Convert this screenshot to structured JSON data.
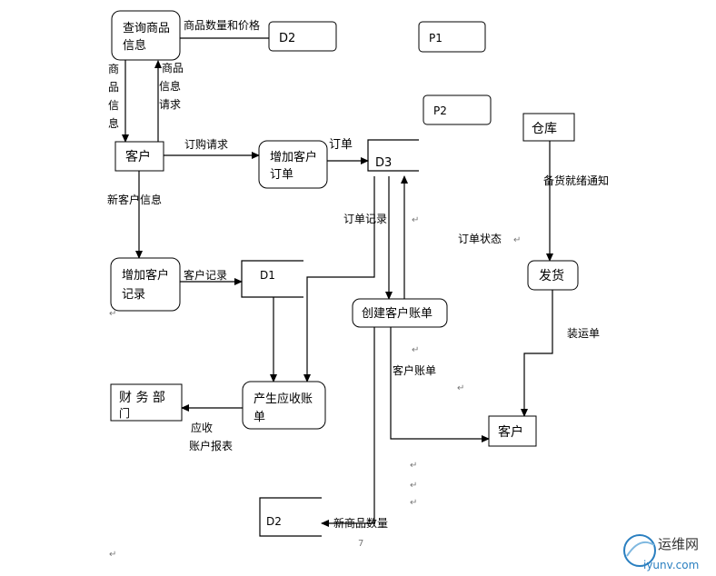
{
  "nodes": {
    "query_goods": [
      "查询商品",
      "信息"
    ],
    "customer_top": "客户",
    "add_order": [
      "增加客户",
      "订单"
    ],
    "d3": "D3",
    "warehouse": "仓库",
    "add_record": [
      "增加客户",
      "记录"
    ],
    "d1": "D1",
    "create_bill": "创建客户账单",
    "ship": "发货",
    "finance": [
      "财 务 部",
      "门"
    ],
    "gen_receivable": [
      "产生应收账",
      "单"
    ],
    "customer_bottom": "客户",
    "d2_top": "D2",
    "d2_bottom": "D2",
    "p1": "P1",
    "p2": "P2"
  },
  "flows": {
    "goods_qty_price": "商品数量和价格",
    "goods_info_vertical": [
      "商",
      "品",
      "信",
      "息"
    ],
    "goods_info_request": [
      "商品",
      "信息",
      "请求"
    ],
    "order_request": "订购请求",
    "order": "订单",
    "new_customer_info": "新客户信息",
    "customer_record": "客户记录",
    "order_record": "订单记录",
    "order_status": "订单状态",
    "stock_ready": "备货就绪通知",
    "shipping_note": "装运单",
    "customer_bill": "客户账单",
    "receivable_report": [
      "应收",
      "账户报表"
    ],
    "new_goods_qty": "新商品数量"
  },
  "page_number": "7",
  "watermark": {
    "cn": "运维网",
    "url": "iyunv.com"
  },
  "colors": {
    "line": "#000000",
    "watermark_blue": "#2a7fc0"
  }
}
